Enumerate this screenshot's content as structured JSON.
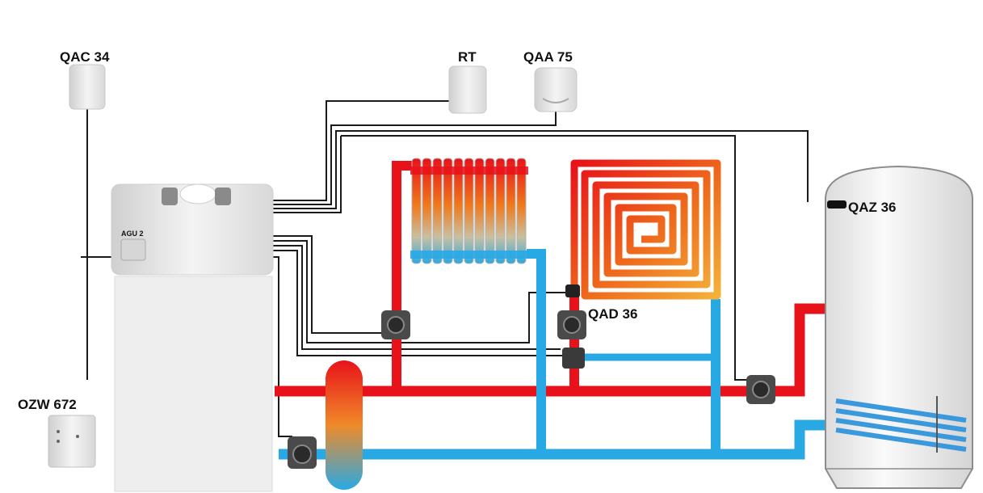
{
  "labels": {
    "qac34": "QAC 34",
    "rt": "RT",
    "qaa75": "QAA 75",
    "qaz36": "QAZ 36",
    "qad36": "QAD 36",
    "ozw672": "OZW 672",
    "boiler_module": "AGU 2"
  },
  "colors": {
    "supply": "#e8121a",
    "return": "#29a9e4",
    "wire": "#1a1a1a",
    "device": "#e6e6e6",
    "tank": "#f0f0f0"
  }
}
